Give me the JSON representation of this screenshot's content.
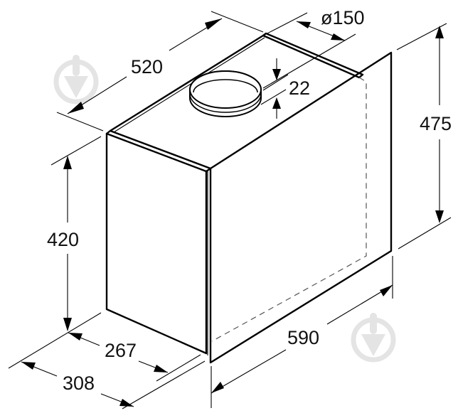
{
  "diagram": {
    "type": "technical-dimension-drawing",
    "subject": "Cooker hood (isometric view) with dimensions in mm",
    "dimensions": {
      "depth_top": "520",
      "duct_diameter": "ø150",
      "duct_collar_height": "22",
      "front_panel_height": "475",
      "body_height": "420",
      "body_depth_bottom": "267",
      "overall_depth": "308",
      "width": "590"
    },
    "colors": {
      "line": "#000000",
      "text": "#111111",
      "hidden_line": "#555555",
      "watermark": "#e4e4e4",
      "background": "#ffffff"
    },
    "watermark_icons": [
      "download-circle-icon",
      "download-circle-icon"
    ]
  }
}
